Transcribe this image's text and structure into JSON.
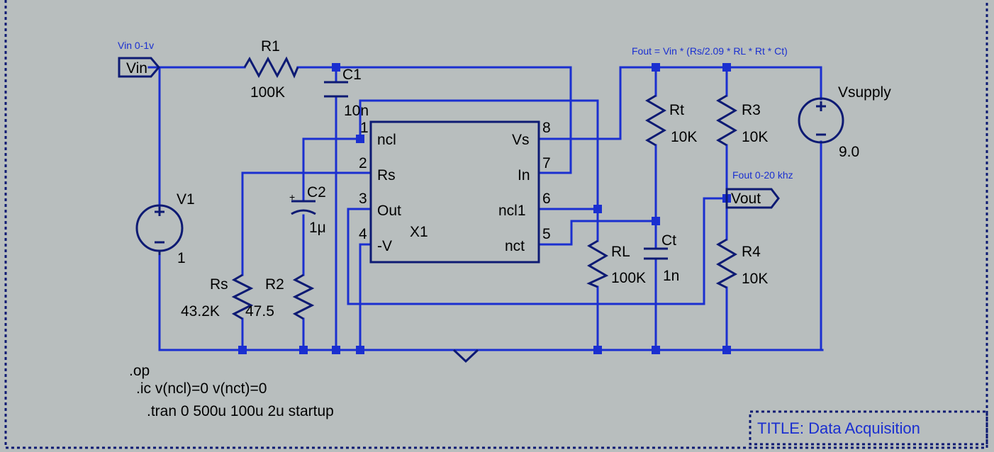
{
  "net_labels": {
    "vin_flag": "Vin",
    "vin_note": "Vin 0-1v",
    "vout_flag": "Vout",
    "vout_note": "Fout 0-20 khz",
    "formula": "Fout = Vin * (Rs/2.09 * RL * Rt * Ct)"
  },
  "components": {
    "r1": {
      "name": "R1",
      "value": "100K"
    },
    "c1": {
      "name": "C1",
      "value": "10n"
    },
    "c2": {
      "name": "C2",
      "value": "1μ"
    },
    "v1": {
      "name": "V1",
      "value": "1"
    },
    "rs": {
      "name": "Rs",
      "value": "43.2K"
    },
    "r2": {
      "name": "R2",
      "value": "47.5"
    },
    "rt": {
      "name": "Rt",
      "value": "10K"
    },
    "r3": {
      "name": "R3",
      "value": "10K"
    },
    "rl": {
      "name": "RL",
      "value": "100K"
    },
    "ct": {
      "name": "Ct",
      "value": "1n"
    },
    "r4": {
      "name": "R4",
      "value": "10K"
    },
    "vsupply": {
      "name": "Vsupply",
      "value": "9.0"
    }
  },
  "ic": {
    "name": "X1",
    "pins": [
      {
        "num": "1",
        "name": "ncl"
      },
      {
        "num": "2",
        "name": "Rs"
      },
      {
        "num": "3",
        "name": "Out"
      },
      {
        "num": "4",
        "name": "-V"
      },
      {
        "num": "8",
        "name": "Vs"
      },
      {
        "num": "7",
        "name": "In"
      },
      {
        "num": "6",
        "name": "ncl1"
      },
      {
        "num": "5",
        "name": "nct"
      }
    ]
  },
  "directives": [
    ".op",
    ".ic v(ncl)=0 v(nct)=0",
    ".tran 0 500u 100u 2u startup"
  ],
  "title_block": "TITLE:  Data Acquisition"
}
